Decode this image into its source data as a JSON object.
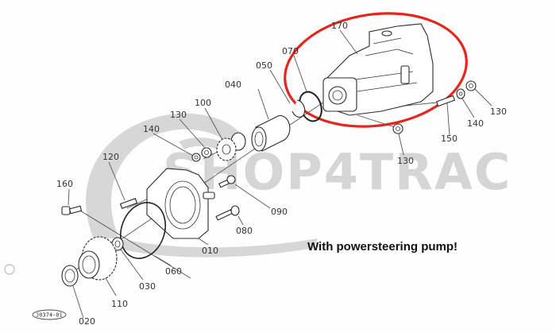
{
  "diagram": {
    "type": "exploded-parts-diagram",
    "subject": "Power steering pump drive assembly",
    "watermark": "SHOP4TRAC",
    "note": "With powersteering pump!",
    "reference_code": "J0374-01",
    "highlight": {
      "shape": "ellipse",
      "color": "#e5261c",
      "encloses_part": "170"
    },
    "parts": [
      {
        "id": "010",
        "label": "010",
        "description": "flange housing"
      },
      {
        "id": "020",
        "label": "020",
        "description": "seal ring"
      },
      {
        "id": "030",
        "label": "030",
        "description": "washer"
      },
      {
        "id": "040",
        "label": "040",
        "description": "ball bearing"
      },
      {
        "id": "050",
        "label": "050",
        "description": "circlip"
      },
      {
        "id": "060",
        "label": "060",
        "description": "O-ring"
      },
      {
        "id": "070",
        "label": "070",
        "description": "O-ring"
      },
      {
        "id": "080",
        "label": "080",
        "description": "bolt"
      },
      {
        "id": "090",
        "label": "090",
        "description": "bolt"
      },
      {
        "id": "100",
        "label": "100",
        "description": "drive gear"
      },
      {
        "id": "110",
        "label": "110",
        "description": "gear"
      },
      {
        "id": "120",
        "label": "120",
        "description": "stud"
      },
      {
        "id": "130a",
        "label": "130",
        "description": "nut"
      },
      {
        "id": "130b",
        "label": "130",
        "description": "nut"
      },
      {
        "id": "130c",
        "label": "130",
        "description": "nut"
      },
      {
        "id": "140a",
        "label": "140",
        "description": "washer"
      },
      {
        "id": "140b",
        "label": "140",
        "description": "washer"
      },
      {
        "id": "150",
        "label": "150",
        "description": "stud"
      },
      {
        "id": "160",
        "label": "160",
        "description": "bolt"
      },
      {
        "id": "170",
        "label": "170",
        "description": "power steering pump"
      }
    ]
  },
  "labels": {
    "p010": "010",
    "p020": "020",
    "p030": "030",
    "p040": "040",
    "p050": "050",
    "p060": "060",
    "p070": "070",
    "p080": "080",
    "p090": "090",
    "p100": "100",
    "p110": "110",
    "p120": "120",
    "p130a": "130",
    "p130b": "130",
    "p130c": "130",
    "p140a": "140",
    "p140b": "140",
    "p150": "150",
    "p160": "160",
    "p170": "170"
  }
}
